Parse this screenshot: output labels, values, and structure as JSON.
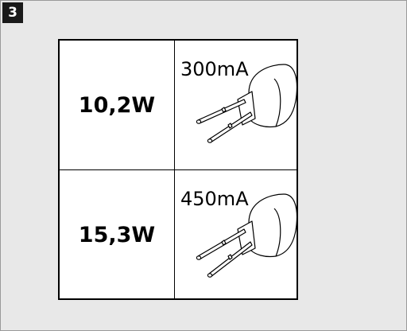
{
  "step_number": "3",
  "rows": [
    {
      "wattage": "10,2W",
      "current": "300mA"
    },
    {
      "wattage": "15,3W",
      "current": "450mA"
    }
  ],
  "icons": {
    "component": "led-cable-connector-icon"
  }
}
